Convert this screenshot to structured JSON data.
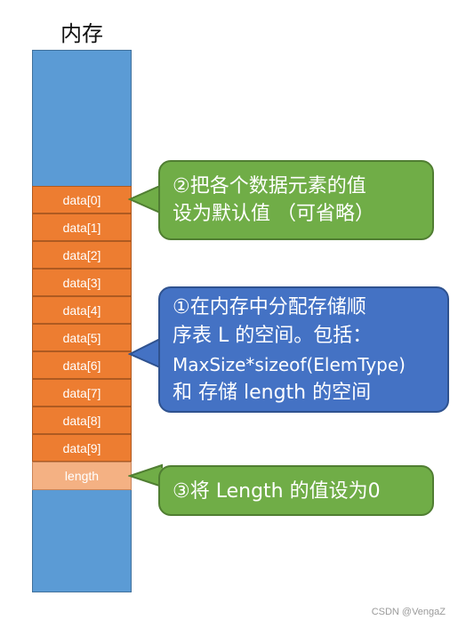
{
  "memory_title": "内存",
  "cells": [
    "data[0]",
    "data[1]",
    "data[2]",
    "data[3]",
    "data[4]",
    "data[5]",
    "data[6]",
    "data[7]",
    "data[8]",
    "data[9]"
  ],
  "length_cell": "length",
  "callouts": {
    "step2": [
      "②把各个数据元素的值",
      "设为默认值 （可省略）"
    ],
    "step1": [
      "①在内存中分配存储顺",
      "序表 L 的空间。包括：",
      "MaxSize*sizeof(ElemType)",
      "和 存储 length 的空间"
    ],
    "step3": [
      "③将 Length 的值设为0"
    ]
  },
  "colors": {
    "memory": "#5b9bd5",
    "data_cell": "#ed7d31",
    "length_cell": "#f4b183",
    "green_callout": "#70ad47",
    "blue_callout": "#4472c4"
  },
  "watermark": "CSDN @VengaZ"
}
